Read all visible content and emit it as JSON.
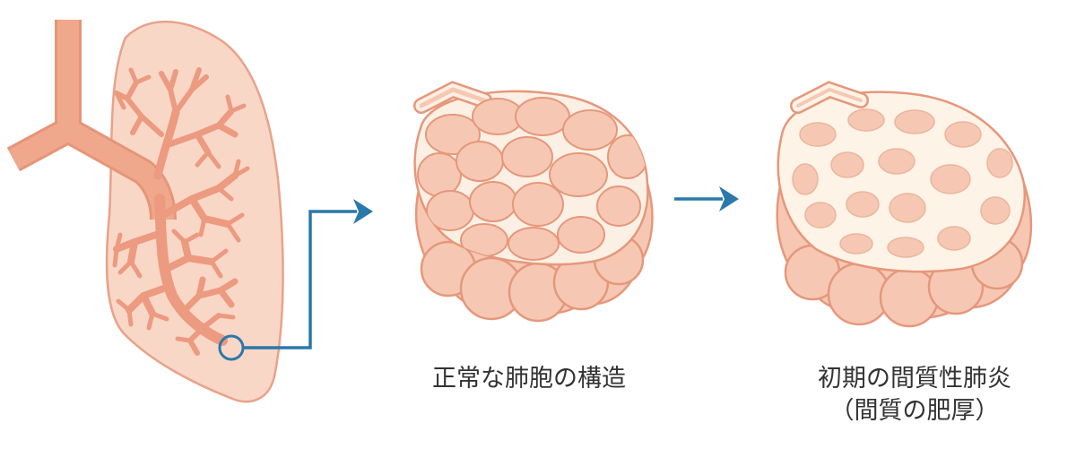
{
  "colors": {
    "tissue_fill": "#f6c8b3",
    "tissue_stroke": "#e6977b",
    "bronchus": "#ee9e83",
    "lung_fill": "#f9d7c7",
    "lung_stroke": "#e8a28a",
    "wall_light": "#fff8ec",
    "wall_thick": "#fcf1e3",
    "arrow": "#2b78aa"
  },
  "captions": {
    "normal": "正常な肺胞の構造",
    "ip_line1": "初期の間質性肺炎",
    "ip_line2": "（間質の肥厚）"
  }
}
